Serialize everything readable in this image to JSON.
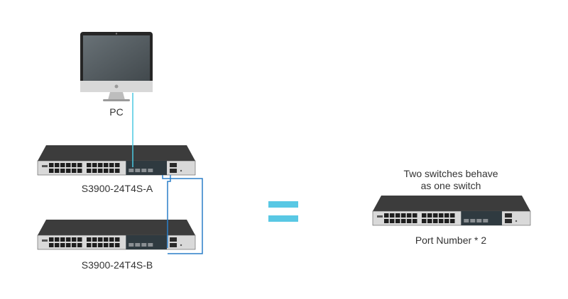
{
  "pc": {
    "label": "PC"
  },
  "switch_a": {
    "label": "S3900-24T4S-A"
  },
  "switch_b": {
    "label": "S3900-24T4S-B"
  },
  "result": {
    "caption_line1": "Two switches behave",
    "caption_line2": "as one switch",
    "port_label": "Port Number * 2"
  },
  "colors": {
    "pc_cable": "#4bc8e0",
    "stack_cable": "#2a7fc9",
    "equals_sign": "#59c8e4",
    "switch_top": "#3c3c3c",
    "switch_front": "#d9d9d9"
  },
  "icons": [
    "monitor-icon",
    "switch-icon",
    "equals-icon"
  ]
}
